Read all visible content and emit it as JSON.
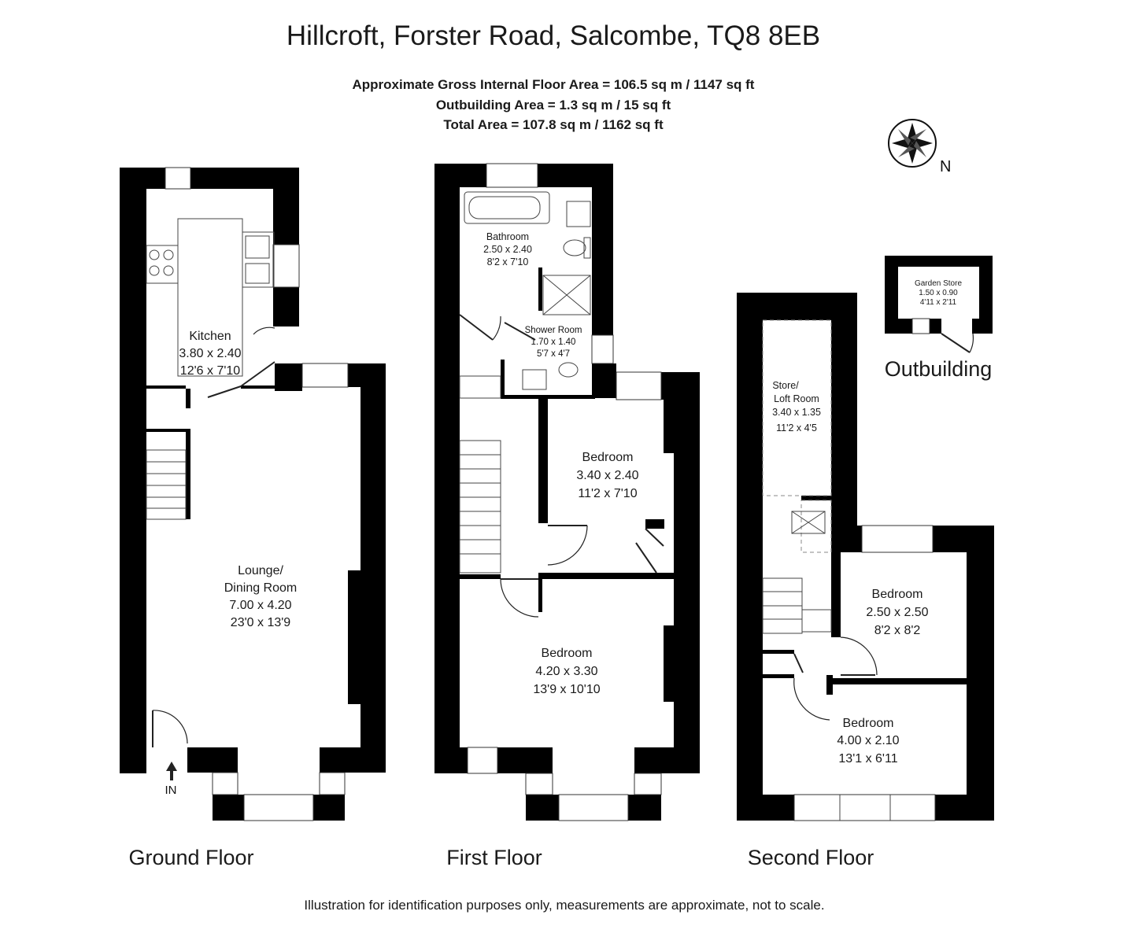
{
  "title": "Hillcroft, Forster Road, Salcombe, TQ8 8EB",
  "areas": {
    "gross": "Approximate Gross Internal Floor Area  = 106.5 sq m / 1147 sq ft",
    "outbuilding": "Outbuilding Area = 1.3 sq m / 15 sq ft",
    "total": "Total Area = 107.8 sq m / 1162 sq ft"
  },
  "compass": {
    "label": "N",
    "icon": "compass-icon"
  },
  "floors": {
    "ground": {
      "label": "Ground Floor",
      "entrance": "IN",
      "rooms": {
        "kitchen": {
          "name": "Kitchen",
          "metric": "3.80 x 2.40",
          "imperial": "12'6 x 7'10"
        },
        "lounge": {
          "name1": "Lounge/",
          "name2": "Dining Room",
          "metric": "7.00 x 4.20",
          "imperial": "23'0 x 13'9"
        }
      }
    },
    "first": {
      "label": "First Floor",
      "rooms": {
        "bathroom": {
          "name": "Bathroom",
          "metric": "2.50 x 2.40",
          "imperial": "8'2 x 7'10"
        },
        "shower": {
          "name": "Shower Room",
          "metric": "1.70 x 1.40",
          "imperial": "5'7 x 4'7"
        },
        "bedroom1": {
          "name": "Bedroom",
          "metric": "3.40 x 2.40",
          "imperial": "11'2 x 7'10"
        },
        "bedroom2": {
          "name": "Bedroom",
          "metric": "4.20 x 3.30",
          "imperial": "13'9 x 10'10"
        }
      }
    },
    "second": {
      "label": "Second Floor",
      "rooms": {
        "store": {
          "name1": "Store/",
          "name2": "Loft Room",
          "metric": "3.40 x 1.35",
          "imperial": "11'2 x 4'5"
        },
        "bedroom3": {
          "name": "Bedroom",
          "metric": "2.50 x 2.50",
          "imperial": "8'2 x 8'2"
        },
        "bedroom4": {
          "name": "Bedroom",
          "metric": "4.00 x 2.10",
          "imperial": "13'1 x 6'11"
        }
      }
    },
    "outbuilding": {
      "label": "Outbuilding",
      "rooms": {
        "garden_store": {
          "name": "Garden Store",
          "metric": "1.50 x 0.90",
          "imperial": "4'11 x 2'11"
        }
      }
    }
  },
  "disclaimer": "Illustration for identification purposes only, measurements are approximate, not to scale."
}
